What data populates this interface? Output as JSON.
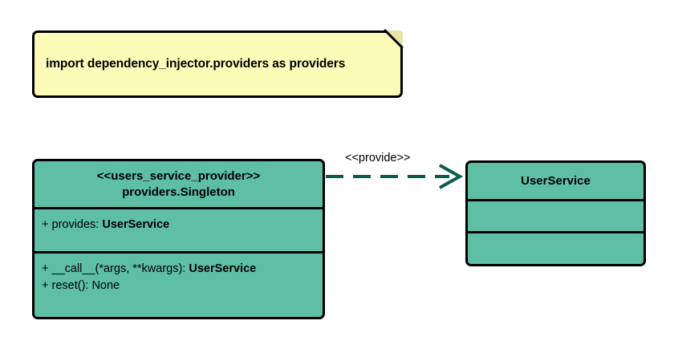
{
  "diagram": {
    "type": "uml-class-diagram",
    "background": "#ffffff",
    "colors": {
      "note_fill": "#fdfbb8",
      "class_fill": "#5fbfa5",
      "border": "#000000",
      "connector": "#0a5c4d"
    }
  },
  "note": {
    "text": "import dependency_injector.providers as providers"
  },
  "classes": [
    {
      "id": "users_service_provider",
      "stereotype": "<<users_service_provider>>",
      "name": "providers.Singleton",
      "attributes": [
        {
          "visibility": "+",
          "label": "provides:",
          "type": "UserService"
        }
      ],
      "methods": [
        {
          "visibility": "+",
          "label": "__call__(*args, **kwargs):",
          "type": "UserService"
        },
        {
          "visibility": "+",
          "label": "reset():",
          "type": "None",
          "type_bold": false
        }
      ]
    },
    {
      "id": "user_service",
      "stereotype": "",
      "name": "UserService",
      "attributes": [],
      "methods": []
    }
  ],
  "connector": {
    "label": "<<provide>>",
    "style": "dashed",
    "arrow": "open",
    "from": "users_service_provider",
    "to": "user_service"
  }
}
